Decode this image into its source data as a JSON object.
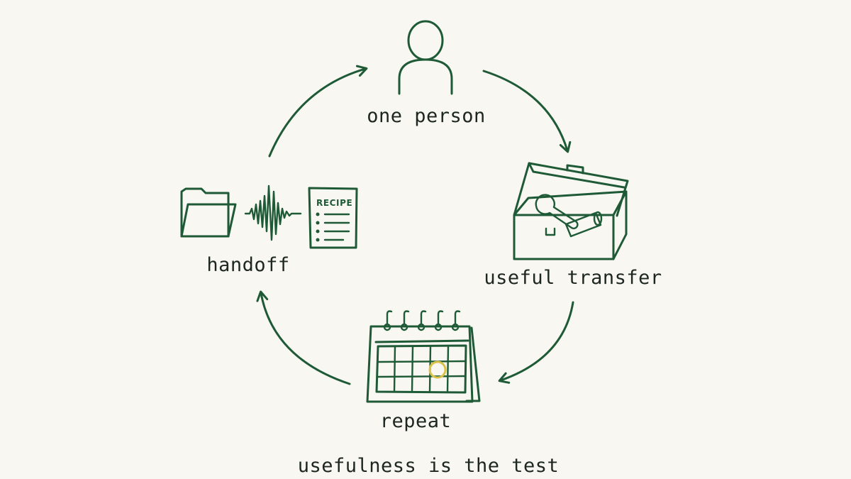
{
  "cycle": {
    "nodes": {
      "one_person": {
        "label": "one person",
        "icon": "person-icon"
      },
      "useful_transfer": {
        "label": "useful transfer",
        "icon": "toolbox-icon"
      },
      "repeat": {
        "label": "repeat",
        "icon": "calendar-icon"
      },
      "handoff": {
        "label": "handoff",
        "icons": [
          "folder-icon",
          "sound-wave-icon",
          "recipe-card-icon"
        ],
        "recipe_title": "RECIPE"
      }
    },
    "caption": "usefulness is the test"
  },
  "colors": {
    "ink": "#1f5a37",
    "highlight": "#d9c24a",
    "background": "#f8f7f1",
    "text": "#1d2620"
  }
}
